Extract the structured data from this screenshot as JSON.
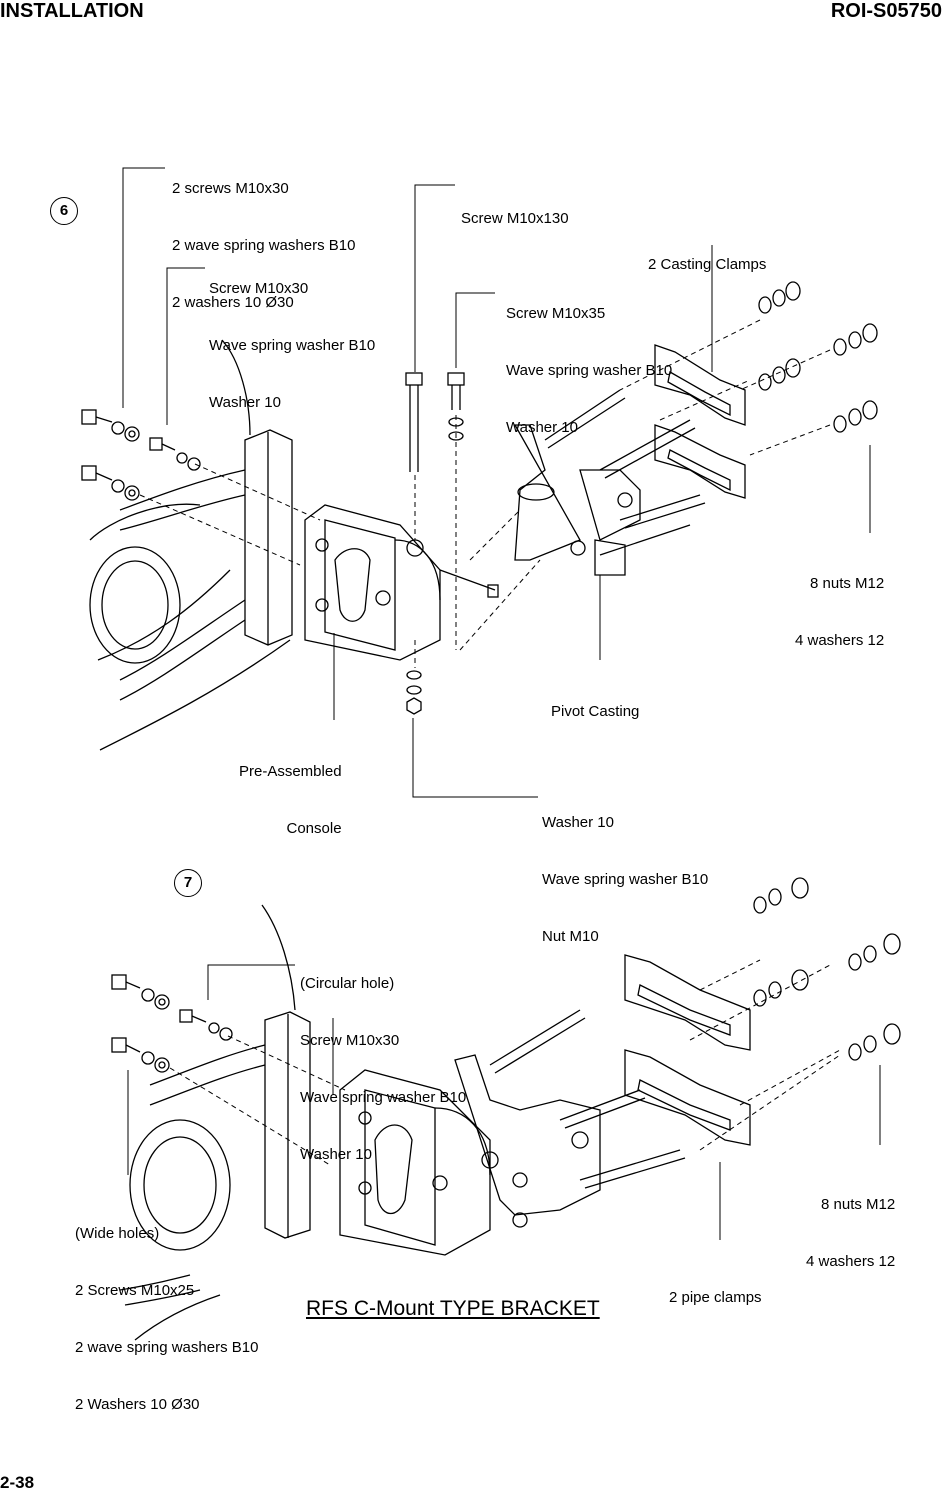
{
  "header": {
    "section": "INSTALLATION",
    "doc_id": "ROI-S05750"
  },
  "figure6": {
    "step": "6",
    "labels": {
      "screws_top": [
        "2 screws M10x30",
        "2 wave spring washers B10",
        "2 washers 10 Ø30"
      ],
      "screw_m10x30": [
        "Screw M10x30",
        "Wave spring washer B10",
        "Washer 10"
      ],
      "screw_m10x130": [
        "Screw M10x130"
      ],
      "screw_m10x35": [
        "Screw M10x35",
        "Wave spring washer B10",
        "Washer 10"
      ],
      "casting_clamps": [
        "2 Casting Clamps"
      ],
      "nuts": [
        "8 nuts M12",
        "4 washers 12"
      ],
      "pivot": [
        "Pivot Casting"
      ],
      "console": [
        "Pre-Assembled",
        "Console"
      ],
      "nut_m10": [
        "Washer 10",
        "Wave spring washer B10",
        "Nut M10"
      ]
    }
  },
  "figure7": {
    "step": "7",
    "labels": {
      "circular_hole": [
        "(Circular hole)",
        "Screw M10x30",
        "Wave spring washer B10",
        "Washer 10"
      ],
      "wide_holes": [
        "(Wide holes)",
        "2 Screws M10x25",
        "2 wave spring washers B10",
        "2 Washers 10 Ø30"
      ],
      "nuts": [
        "8 nuts M12",
        "4 washers 12"
      ],
      "pipe_clamps": [
        "2 pipe clamps"
      ]
    }
  },
  "caption": "RFS C-Mount TYPE BRACKET",
  "footer": {
    "page_number": "2-38"
  }
}
